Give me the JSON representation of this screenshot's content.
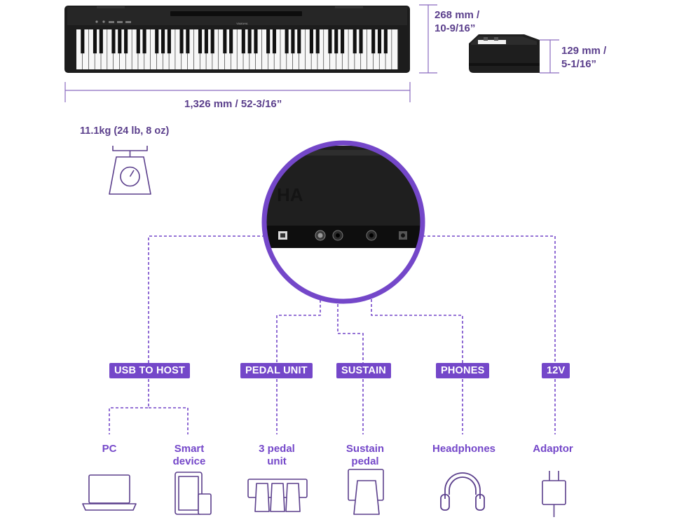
{
  "dimensions": {
    "depth_line1": "268 mm /",
    "depth_line2": "10-9/16”",
    "height_line1": "129 mm /",
    "height_line2": "5-1/16”",
    "width": "1,326 mm / 52-3/16”"
  },
  "weight": "11.1kg (24 lb, 8 oz)",
  "brand_partial": "HA",
  "ports": [
    {
      "label": "USB TO HOST"
    },
    {
      "label": "PEDAL UNIT"
    },
    {
      "label": "SUSTAIN"
    },
    {
      "label": "PHONES"
    },
    {
      "label": "12V"
    }
  ],
  "devices": [
    {
      "line1": "PC",
      "line2": "",
      "icon": "laptop-icon"
    },
    {
      "line1": "Smart",
      "line2": "device",
      "icon": "smart-device-icon"
    },
    {
      "line1": "3 pedal",
      "line2": "unit",
      "icon": "pedal-unit-icon"
    },
    {
      "line1": "Sustain",
      "line2": "pedal",
      "icon": "sustain-pedal-icon"
    },
    {
      "line1": "Headphones",
      "line2": "",
      "icon": "headphones-icon"
    },
    {
      "line1": "Adaptor",
      "line2": "",
      "icon": "power-adaptor-icon"
    }
  ],
  "colors": {
    "accent": "#7447c9",
    "dim_text": "#5b3f8c",
    "dim_lines": "#8a6bbf",
    "piano_body": "#1c1c1c"
  }
}
